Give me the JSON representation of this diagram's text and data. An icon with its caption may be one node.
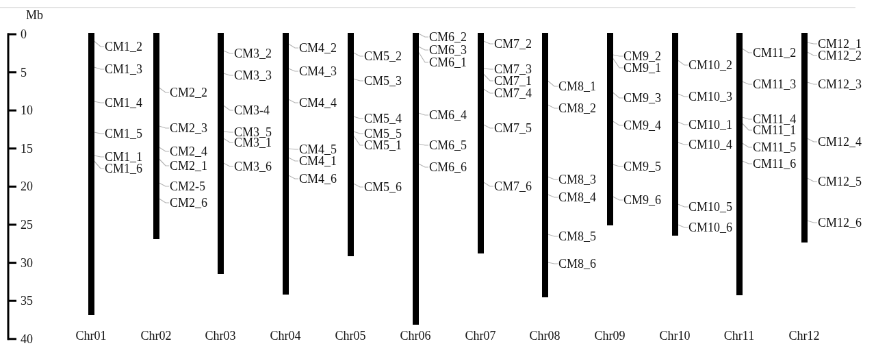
{
  "diagram": {
    "nodes": [
      {
        "text": [],
        "shape": "bar"
      },
      {
        "text": [
          "CM1_2"
        ]
      },
      {
        "text": [
          "CM1_3"
        ]
      },
      {
        "text": [
          "CM1_4"
        ]
      },
      {
        "text": [
          "CM1_5"
        ]
      },
      {
        "text": [
          "CM1_1"
        ]
      },
      {
        "text": [
          "CM1_6"
        ]
      },
      {
        "text": [],
        "shape": "bar"
      },
      {
        "text": [
          "CM2_2"
        ]
      },
      {
        "text": [
          "CM2_3"
        ]
      },
      {
        "text": [
          "CM2_4"
        ]
      },
      {
        "text": [
          "CM2_1"
        ]
      },
      {
        "text": [
          "CM2-5"
        ]
      },
      {
        "text": [
          "CM2_6"
        ]
      },
      {
        "text": [],
        "shape": "bar"
      },
      {
        "text": [
          "CM3_2"
        ]
      },
      {
        "text": [
          "CM3_3"
        ]
      },
      {
        "text": [
          "CM3-4"
        ]
      },
      {
        "text": [
          "CM3_5"
        ]
      },
      {
        "text": [
          "CM3_1"
        ]
      },
      {
        "text": [
          "CM3_6"
        ]
      },
      {
        "text": [],
        "shape": "bar"
      },
      {
        "text": [
          "CM4_2"
        ]
      },
      {
        "text": [
          "CM4_3"
        ]
      },
      {
        "text": [
          "CM4_4"
        ]
      },
      {
        "text": [
          "CM4_5"
        ]
      },
      {
        "text": [
          "CM4_1"
        ]
      },
      {
        "text": [
          "CM4_6"
        ]
      },
      {
        "text": [],
        "shape": "bar"
      },
      {
        "text": [
          "CM5_2"
        ]
      },
      {
        "text": [
          "CM5_3"
        ]
      },
      {
        "text": [
          "CM5_4"
        ]
      },
      {
        "text": [
          "CM5_5"
        ]
      },
      {
        "text": [
          "CM5_1"
        ]
      },
      {
        "text": [
          "CM5_6"
        ]
      },
      {
        "text": [],
        "shape": "bar"
      },
      {
        "text": [
          "CM6_2"
        ]
      },
      {
        "text": [
          "CM6_3"
        ]
      },
      {
        "text": [
          "CM6_1"
        ]
      },
      {
        "text": [
          "CM6_4"
        ]
      },
      {
        "text": [
          "CM6_5"
        ]
      },
      {
        "text": [
          "CM6_6"
        ]
      },
      {
        "text": [],
        "shape": "bar"
      },
      {
        "text": [
          "CM7_2"
        ]
      },
      {
        "text": [
          "CM7_3"
        ]
      },
      {
        "text": [
          "CM7_1"
        ]
      },
      {
        "text": [
          "CM7_4"
        ]
      },
      {
        "text": [
          "CM7_5"
        ]
      },
      {
        "text": [
          "CM7_6"
        ]
      },
      {
        "text": [],
        "shape": "bar"
      },
      {
        "text": [
          "CM8_1"
        ]
      },
      {
        "text": [
          "CM8_2"
        ]
      },
      {
        "text": [
          "CM8_3"
        ]
      },
      {
        "text": [
          "CM8_4"
        ]
      },
      {
        "text": [
          "CM8_5"
        ]
      },
      {
        "text": [
          "CM8_6"
        ]
      },
      {
        "text": [],
        "shape": "bar"
      },
      {
        "text": [
          "CM9_2"
        ]
      },
      {
        "text": [
          "CM9_1"
        ]
      },
      {
        "text": [
          "CM9_3"
        ]
      },
      {
        "text": [
          "CM9_4"
        ]
      },
      {
        "text": [
          "CM9_5"
        ]
      },
      {
        "text": [
          "CM9_6"
        ]
      },
      {
        "text": [],
        "shape": "bar"
      },
      {
        "text": [
          "CM10_2"
        ]
      },
      {
        "text": [
          "CM10_3"
        ]
      },
      {
        "text": [
          "CM10_1"
        ]
      },
      {
        "text": [
          "CM10_4"
        ]
      },
      {
        "text": [
          "CM10_5"
        ]
      },
      {
        "text": [
          "CM10_6"
        ]
      },
      {
        "text": [],
        "shape": "bar"
      },
      {
        "text": [
          "CM11_2"
        ]
      },
      {
        "text": [
          "CM11_3"
        ]
      },
      {
        "text": [
          "CM11_4"
        ]
      },
      {
        "text": [
          "CM11_1"
        ]
      },
      {
        "text": [
          "CM11_5"
        ]
      },
      {
        "text": [
          "CM11_6"
        ]
      },
      {
        "text": [],
        "shape": "bar"
      },
      {
        "text": [
          "CM12_1"
        ]
      },
      {
        "text": [
          "CM12_2"
        ]
      },
      {
        "text": [
          "CM12_3"
        ]
      },
      {
        "text": [
          "CM12_4"
        ]
      },
      {
        "text": [
          "CM12_5"
        ]
      },
      {
        "text": [
          "CM12_6"
        ]
      }
    ],
    "edges": [
      {
        "from": 1,
        "to": 0,
        "arrow": "none"
      },
      {
        "from": 2,
        "to": 0,
        "arrow": "none"
      },
      {
        "from": 3,
        "to": 0,
        "arrow": "none"
      },
      {
        "from": 4,
        "to": 0,
        "arrow": "none"
      },
      {
        "from": 5,
        "to": 0,
        "arrow": "none"
      },
      {
        "from": 6,
        "to": 0,
        "arrow": "none"
      },
      {
        "from": 8,
        "to": 7,
        "arrow": "none"
      },
      {
        "from": 9,
        "to": 7,
        "arrow": "none"
      },
      {
        "from": 10,
        "to": 7,
        "arrow": "none"
      },
      {
        "from": 11,
        "to": 7,
        "arrow": "none"
      },
      {
        "from": 12,
        "to": 7,
        "arrow": "none"
      },
      {
        "from": 13,
        "to": 7,
        "arrow": "none"
      },
      {
        "from": 15,
        "to": 14,
        "arrow": "none"
      },
      {
        "from": 16,
        "to": 14,
        "arrow": "none"
      },
      {
        "from": 17,
        "to": 14,
        "arrow": "none"
      },
      {
        "from": 18,
        "to": 14,
        "arrow": "none"
      },
      {
        "from": 19,
        "to": 14,
        "arrow": "none"
      },
      {
        "from": 20,
        "to": 14,
        "arrow": "none"
      },
      {
        "from": 22,
        "to": 21,
        "arrow": "none"
      },
      {
        "from": 23,
        "to": 21,
        "arrow": "none"
      },
      {
        "from": 24,
        "to": 21,
        "arrow": "none"
      },
      {
        "from": 25,
        "to": 21,
        "arrow": "none"
      },
      {
        "from": 26,
        "to": 21,
        "arrow": "none"
      },
      {
        "from": 27,
        "to": 21,
        "arrow": "none"
      },
      {
        "from": 29,
        "to": 28,
        "arrow": "none"
      },
      {
        "from": 30,
        "to": 28,
        "arrow": "none"
      },
      {
        "from": 31,
        "to": 28,
        "arrow": "none"
      },
      {
        "from": 32,
        "to": 28,
        "arrow": "none"
      },
      {
        "from": 33,
        "to": 28,
        "arrow": "none"
      },
      {
        "from": 34,
        "to": 28,
        "arrow": "none"
      },
      {
        "from": 36,
        "to": 35,
        "arrow": "none"
      },
      {
        "from": 37,
        "to": 35,
        "arrow": "none"
      },
      {
        "from": 38,
        "to": 35,
        "arrow": "none"
      },
      {
        "from": 39,
        "to": 35,
        "arrow": "none"
      },
      {
        "from": 40,
        "to": 35,
        "arrow": "none"
      },
      {
        "from": 41,
        "to": 35,
        "arrow": "none"
      },
      {
        "from": 43,
        "to": 42,
        "arrow": "none"
      },
      {
        "from": 44,
        "to": 42,
        "arrow": "none"
      },
      {
        "from": 45,
        "to": 42,
        "arrow": "none"
      },
      {
        "from": 46,
        "to": 42,
        "arrow": "none"
      },
      {
        "from": 47,
        "to": 42,
        "arrow": "none"
      },
      {
        "from": 48,
        "to": 42,
        "arrow": "none"
      },
      {
        "from": 50,
        "to": 49,
        "arrow": "none"
      },
      {
        "from": 51,
        "to": 49,
        "arrow": "none"
      },
      {
        "from": 52,
        "to": 49,
        "arrow": "none"
      },
      {
        "from": 53,
        "to": 49,
        "arrow": "none"
      },
      {
        "from": 54,
        "to": 49,
        "arrow": "none"
      },
      {
        "from": 55,
        "to": 49,
        "arrow": "none"
      },
      {
        "from": 57,
        "to": 56,
        "arrow": "none"
      },
      {
        "from": 58,
        "to": 56,
        "arrow": "none"
      },
      {
        "from": 59,
        "to": 56,
        "arrow": "none"
      },
      {
        "from": 60,
        "to": 56,
        "arrow": "none"
      },
      {
        "from": 61,
        "to": 56,
        "arrow": "none"
      },
      {
        "from": 62,
        "to": 56,
        "arrow": "none"
      },
      {
        "from": 64,
        "to": 63,
        "arrow": "none"
      },
      {
        "from": 65,
        "to": 63,
        "arrow": "none"
      },
      {
        "from": 66,
        "to": 63,
        "arrow": "none"
      },
      {
        "from": 67,
        "to": 63,
        "arrow": "none"
      },
      {
        "from": 68,
        "to": 63,
        "arrow": "none"
      },
      {
        "from": 69,
        "to": 63,
        "arrow": "none"
      },
      {
        "from": 71,
        "to": 70,
        "arrow": "none"
      },
      {
        "from": 72,
        "to": 70,
        "arrow": "none"
      },
      {
        "from": 73,
        "to": 70,
        "arrow": "none"
      },
      {
        "from": 74,
        "to": 70,
        "arrow": "none"
      },
      {
        "from": 75,
        "to": 70,
        "arrow": "none"
      },
      {
        "from": 76,
        "to": 70,
        "arrow": "none"
      },
      {
        "from": 78,
        "to": 77,
        "arrow": "none"
      },
      {
        "from": 79,
        "to": 77,
        "arrow": "none"
      },
      {
        "from": 80,
        "to": 77,
        "arrow": "none"
      },
      {
        "from": 81,
        "to": 77,
        "arrow": "none"
      },
      {
        "from": 82,
        "to": 77,
        "arrow": "none"
      },
      {
        "from": 83,
        "to": 77,
        "arrow": "none"
      }
    ],
    "labels": [
      "Mb",
      "0",
      "5",
      "10",
      "15",
      "20",
      "25",
      "30",
      "35",
      "40",
      "Chr01",
      "Chr02",
      "Chr03",
      "Chr04",
      "Chr05",
      "Chr06",
      "Chr07",
      "Chr08",
      "Chr09",
      "Chr10",
      "Chr11",
      "Chr12"
    ]
  }
}
